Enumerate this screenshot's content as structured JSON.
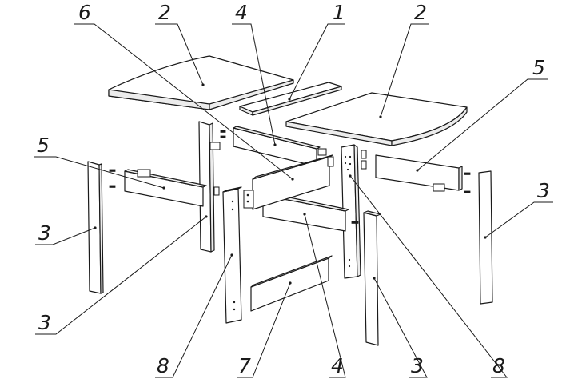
{
  "figure": {
    "callouts": [
      {
        "id": "c6-top",
        "label": "6"
      },
      {
        "id": "c2-left",
        "label": "2"
      },
      {
        "id": "c4-top",
        "label": "4"
      },
      {
        "id": "c1",
        "label": "1"
      },
      {
        "id": "c2-right",
        "label": "2"
      },
      {
        "id": "c5-right",
        "label": "5"
      },
      {
        "id": "c5-left",
        "label": "5"
      },
      {
        "id": "c3-right",
        "label": "3"
      },
      {
        "id": "c3-left",
        "label": "3"
      },
      {
        "id": "c3-lower-left",
        "label": "3"
      },
      {
        "id": "c8-left",
        "label": "8"
      },
      {
        "id": "c7",
        "label": "7"
      },
      {
        "id": "c4-bottom",
        "label": "4"
      },
      {
        "id": "c3-bottom",
        "label": "3"
      },
      {
        "id": "c8-right",
        "label": "8"
      }
    ]
  }
}
